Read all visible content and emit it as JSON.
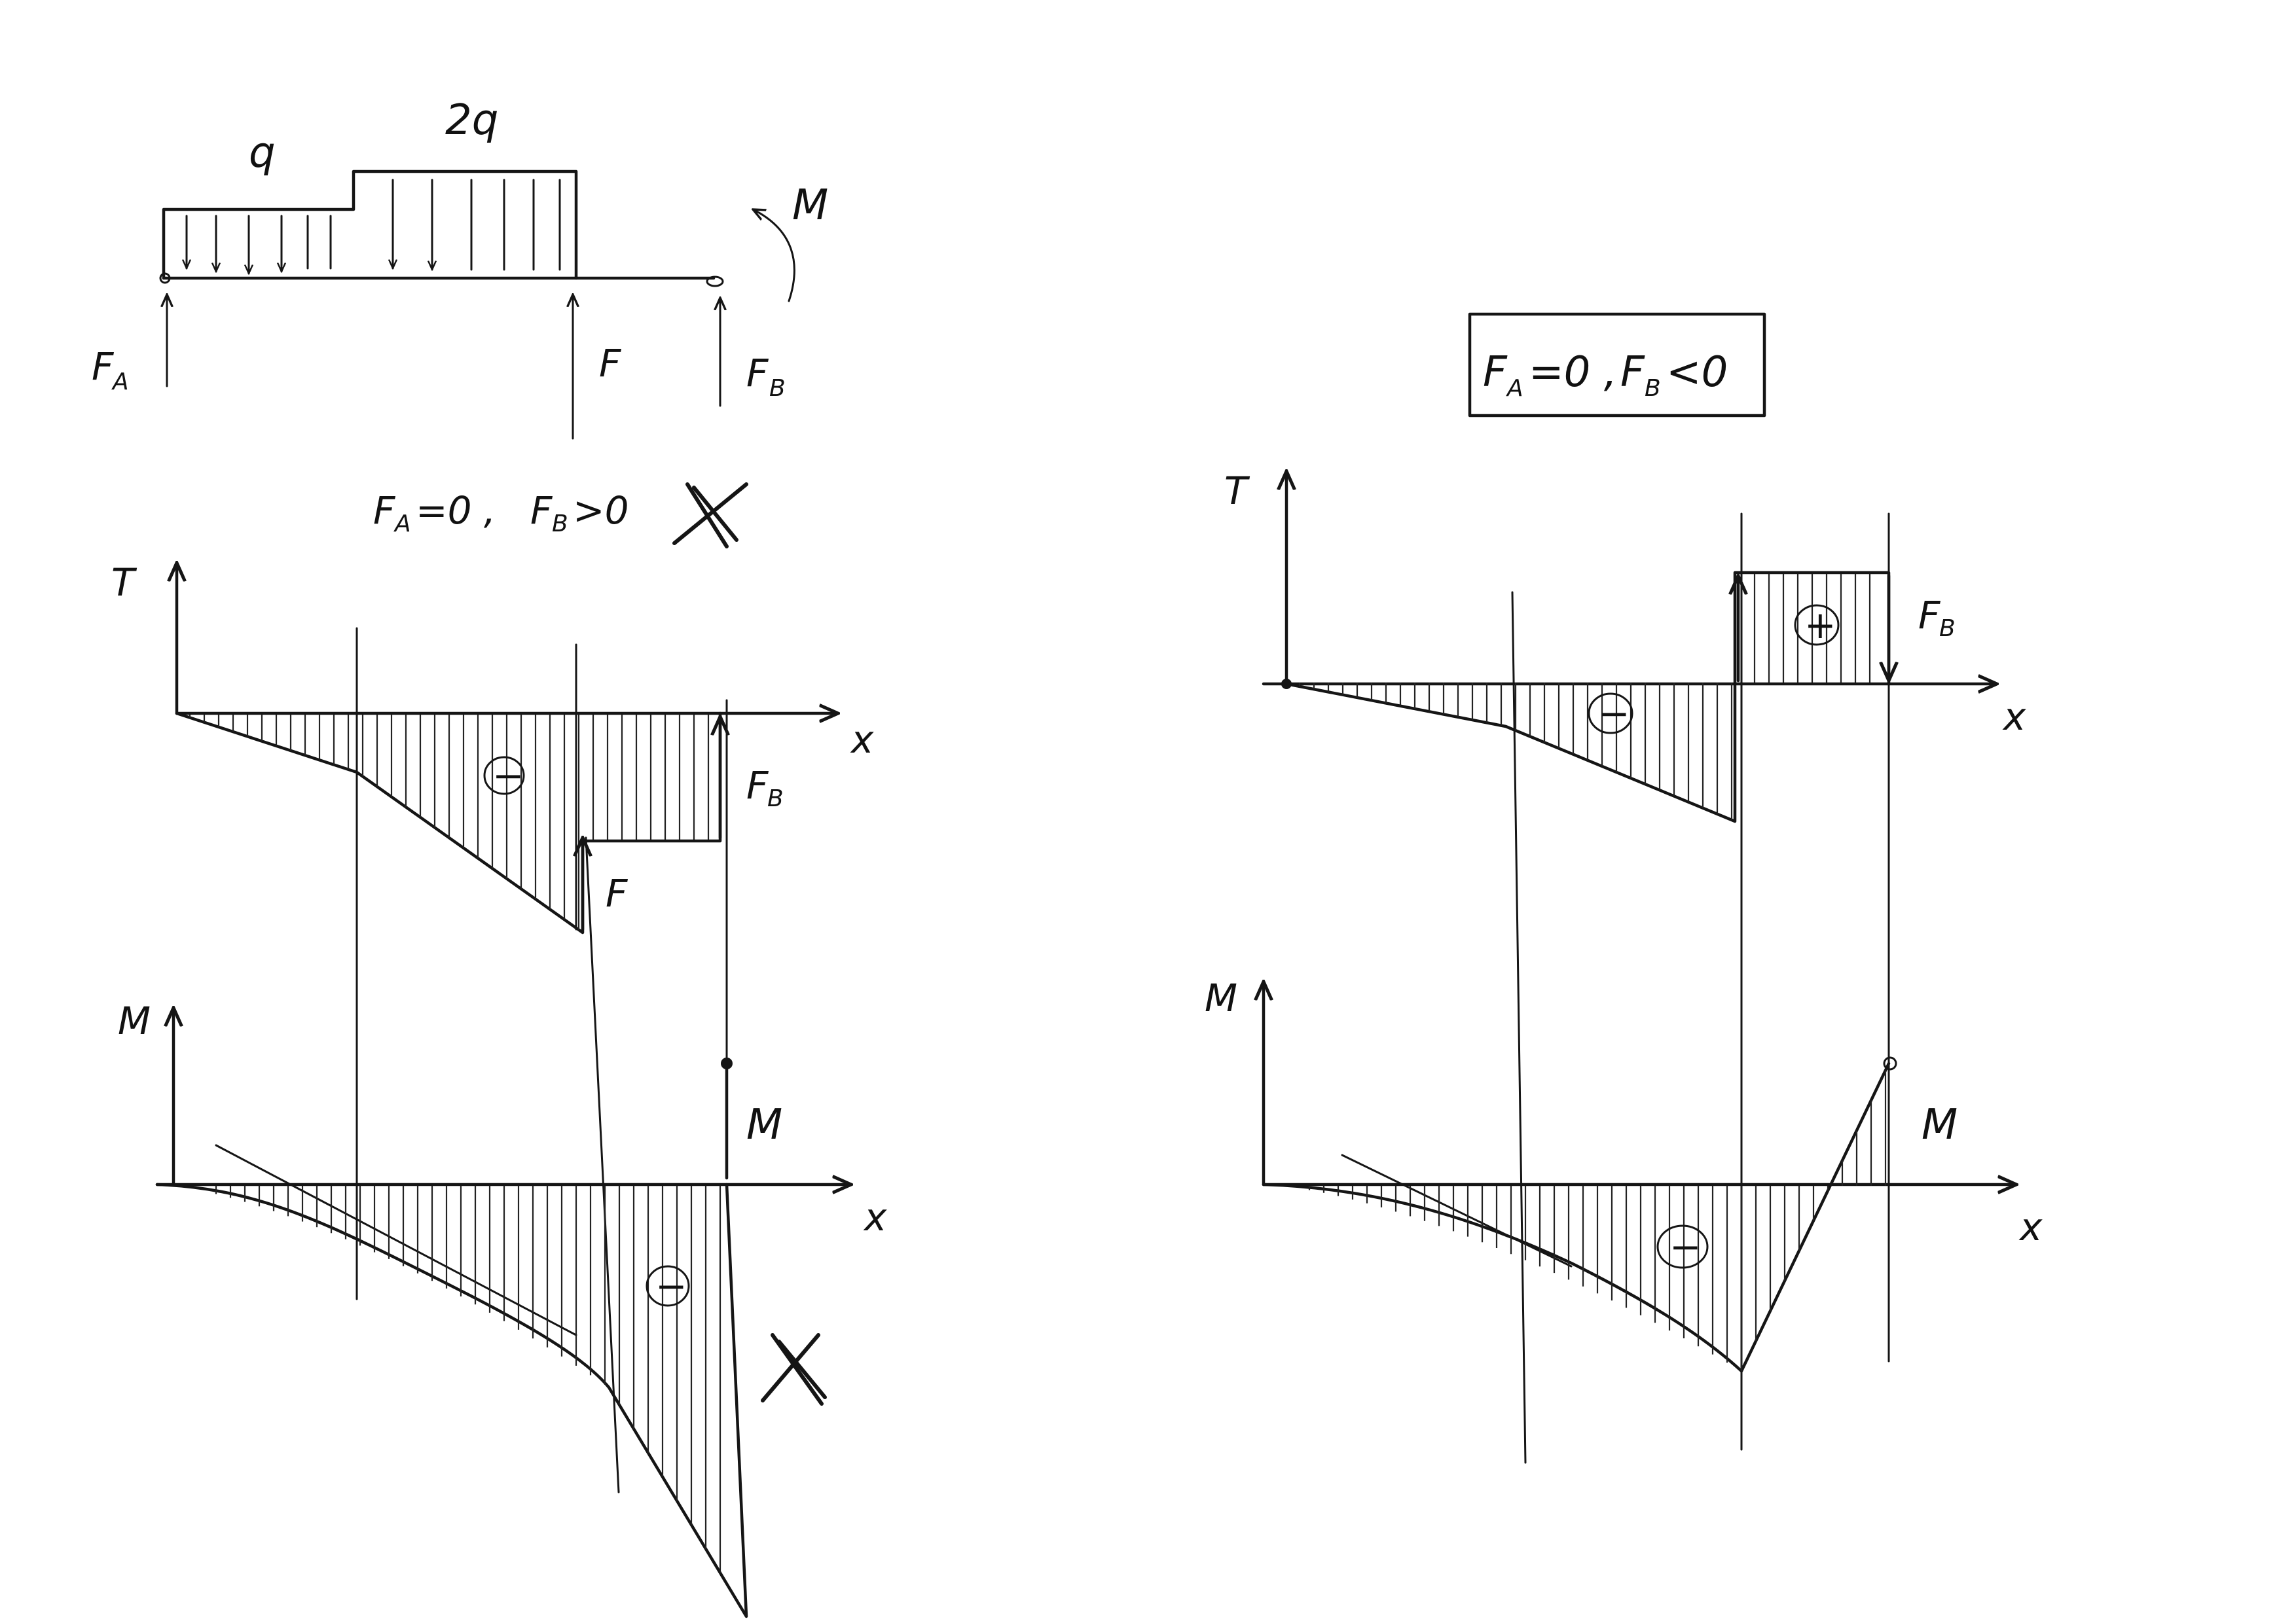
{
  "beam": {
    "load_q": "q",
    "load_2q": "2q",
    "moment": "M",
    "force_A": "F",
    "force_A_sub": "A",
    "force_F": "F",
    "force_B": "F",
    "force_B_sub": "B"
  },
  "case_left": {
    "condition_fa": "F",
    "condition_fa_sub": "A",
    "condition_fa_rel": "=0 ,",
    "condition_fb": "F",
    "condition_fb_sub": "B",
    "condition_fb_rel": ">0",
    "shear_axis": "T",
    "shear_x_axis": "x",
    "shear_sign": "−",
    "shear_jump_B": "F",
    "shear_jump_B_sub": "B",
    "shear_jump_F": "F",
    "moment_axis": "M",
    "moment_x_axis": "x",
    "moment_sign": "−",
    "moment_jump": "M"
  },
  "case_right": {
    "condition_fa": "F",
    "condition_fa_sub": "A",
    "condition_fa_rel": "=0 ,",
    "condition_fb": "F",
    "condition_fb_sub": "B",
    "condition_fb_rel": "<0",
    "shear_axis": "T",
    "shear_x_axis": "x",
    "shear_sign_neg": "−",
    "shear_sign_pos": "+",
    "shear_jump_B": "F",
    "shear_jump_B_sub": "B",
    "moment_axis": "M",
    "moment_x_axis": "x",
    "moment_sign": "−",
    "moment_jump": "M"
  }
}
